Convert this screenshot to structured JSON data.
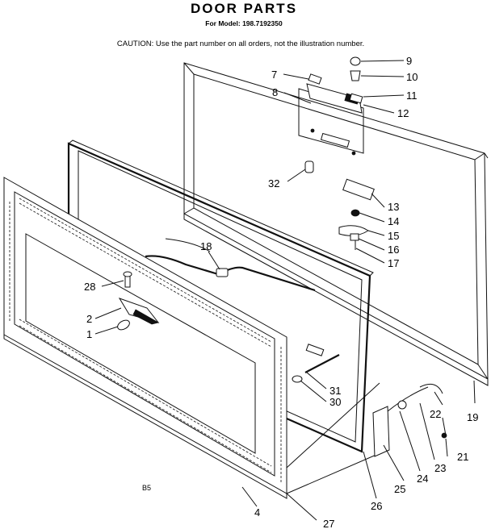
{
  "header": {
    "title": "DOOR PARTS",
    "model": "For Model: 198.7192350",
    "caution": "CAUTION: Use the part number on all orders, not the illustration number."
  },
  "footer": {
    "code": "B5"
  },
  "callouts": {
    "p1": "1",
    "p2": "2",
    "p4": "4",
    "p7": "7",
    "p8": "8",
    "p9": "9",
    "p10": "10",
    "p11": "11",
    "p12": "12",
    "p13": "13",
    "p14": "14",
    "p15": "15",
    "p16": "16",
    "p17": "17",
    "p18": "18",
    "p19": "19",
    "p21": "21",
    "p22": "22",
    "p23": "23",
    "p24": "24",
    "p25": "25",
    "p26": "26",
    "p27": "27",
    "p28": "28",
    "p30": "30",
    "p31": "31",
    "p32": "32"
  }
}
